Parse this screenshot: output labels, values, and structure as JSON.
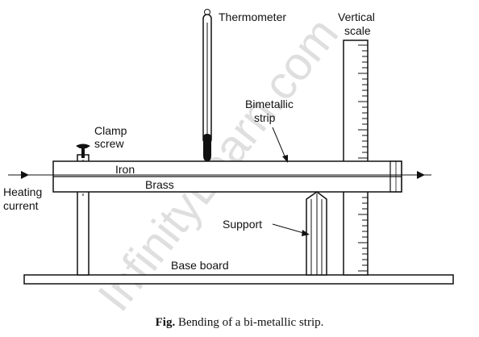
{
  "labels": {
    "thermometer": "Thermometer",
    "vertical_scale_line1": "Vertical",
    "vertical_scale_line2": "scale",
    "bimetallic_line1": "Bimetallic",
    "bimetallic_line2": "strip",
    "clamp_line1": "Clamp",
    "clamp_line2": "screw",
    "iron": "Iron",
    "brass": "Brass",
    "heating_line1": "Heating",
    "heating_line2": "current",
    "support": "Support",
    "base_board": "Base board"
  },
  "watermark": "InfinityLearn.com",
  "caption": {
    "prefix": "Fig.",
    "text": "Bending of a bi-metallic strip."
  }
}
